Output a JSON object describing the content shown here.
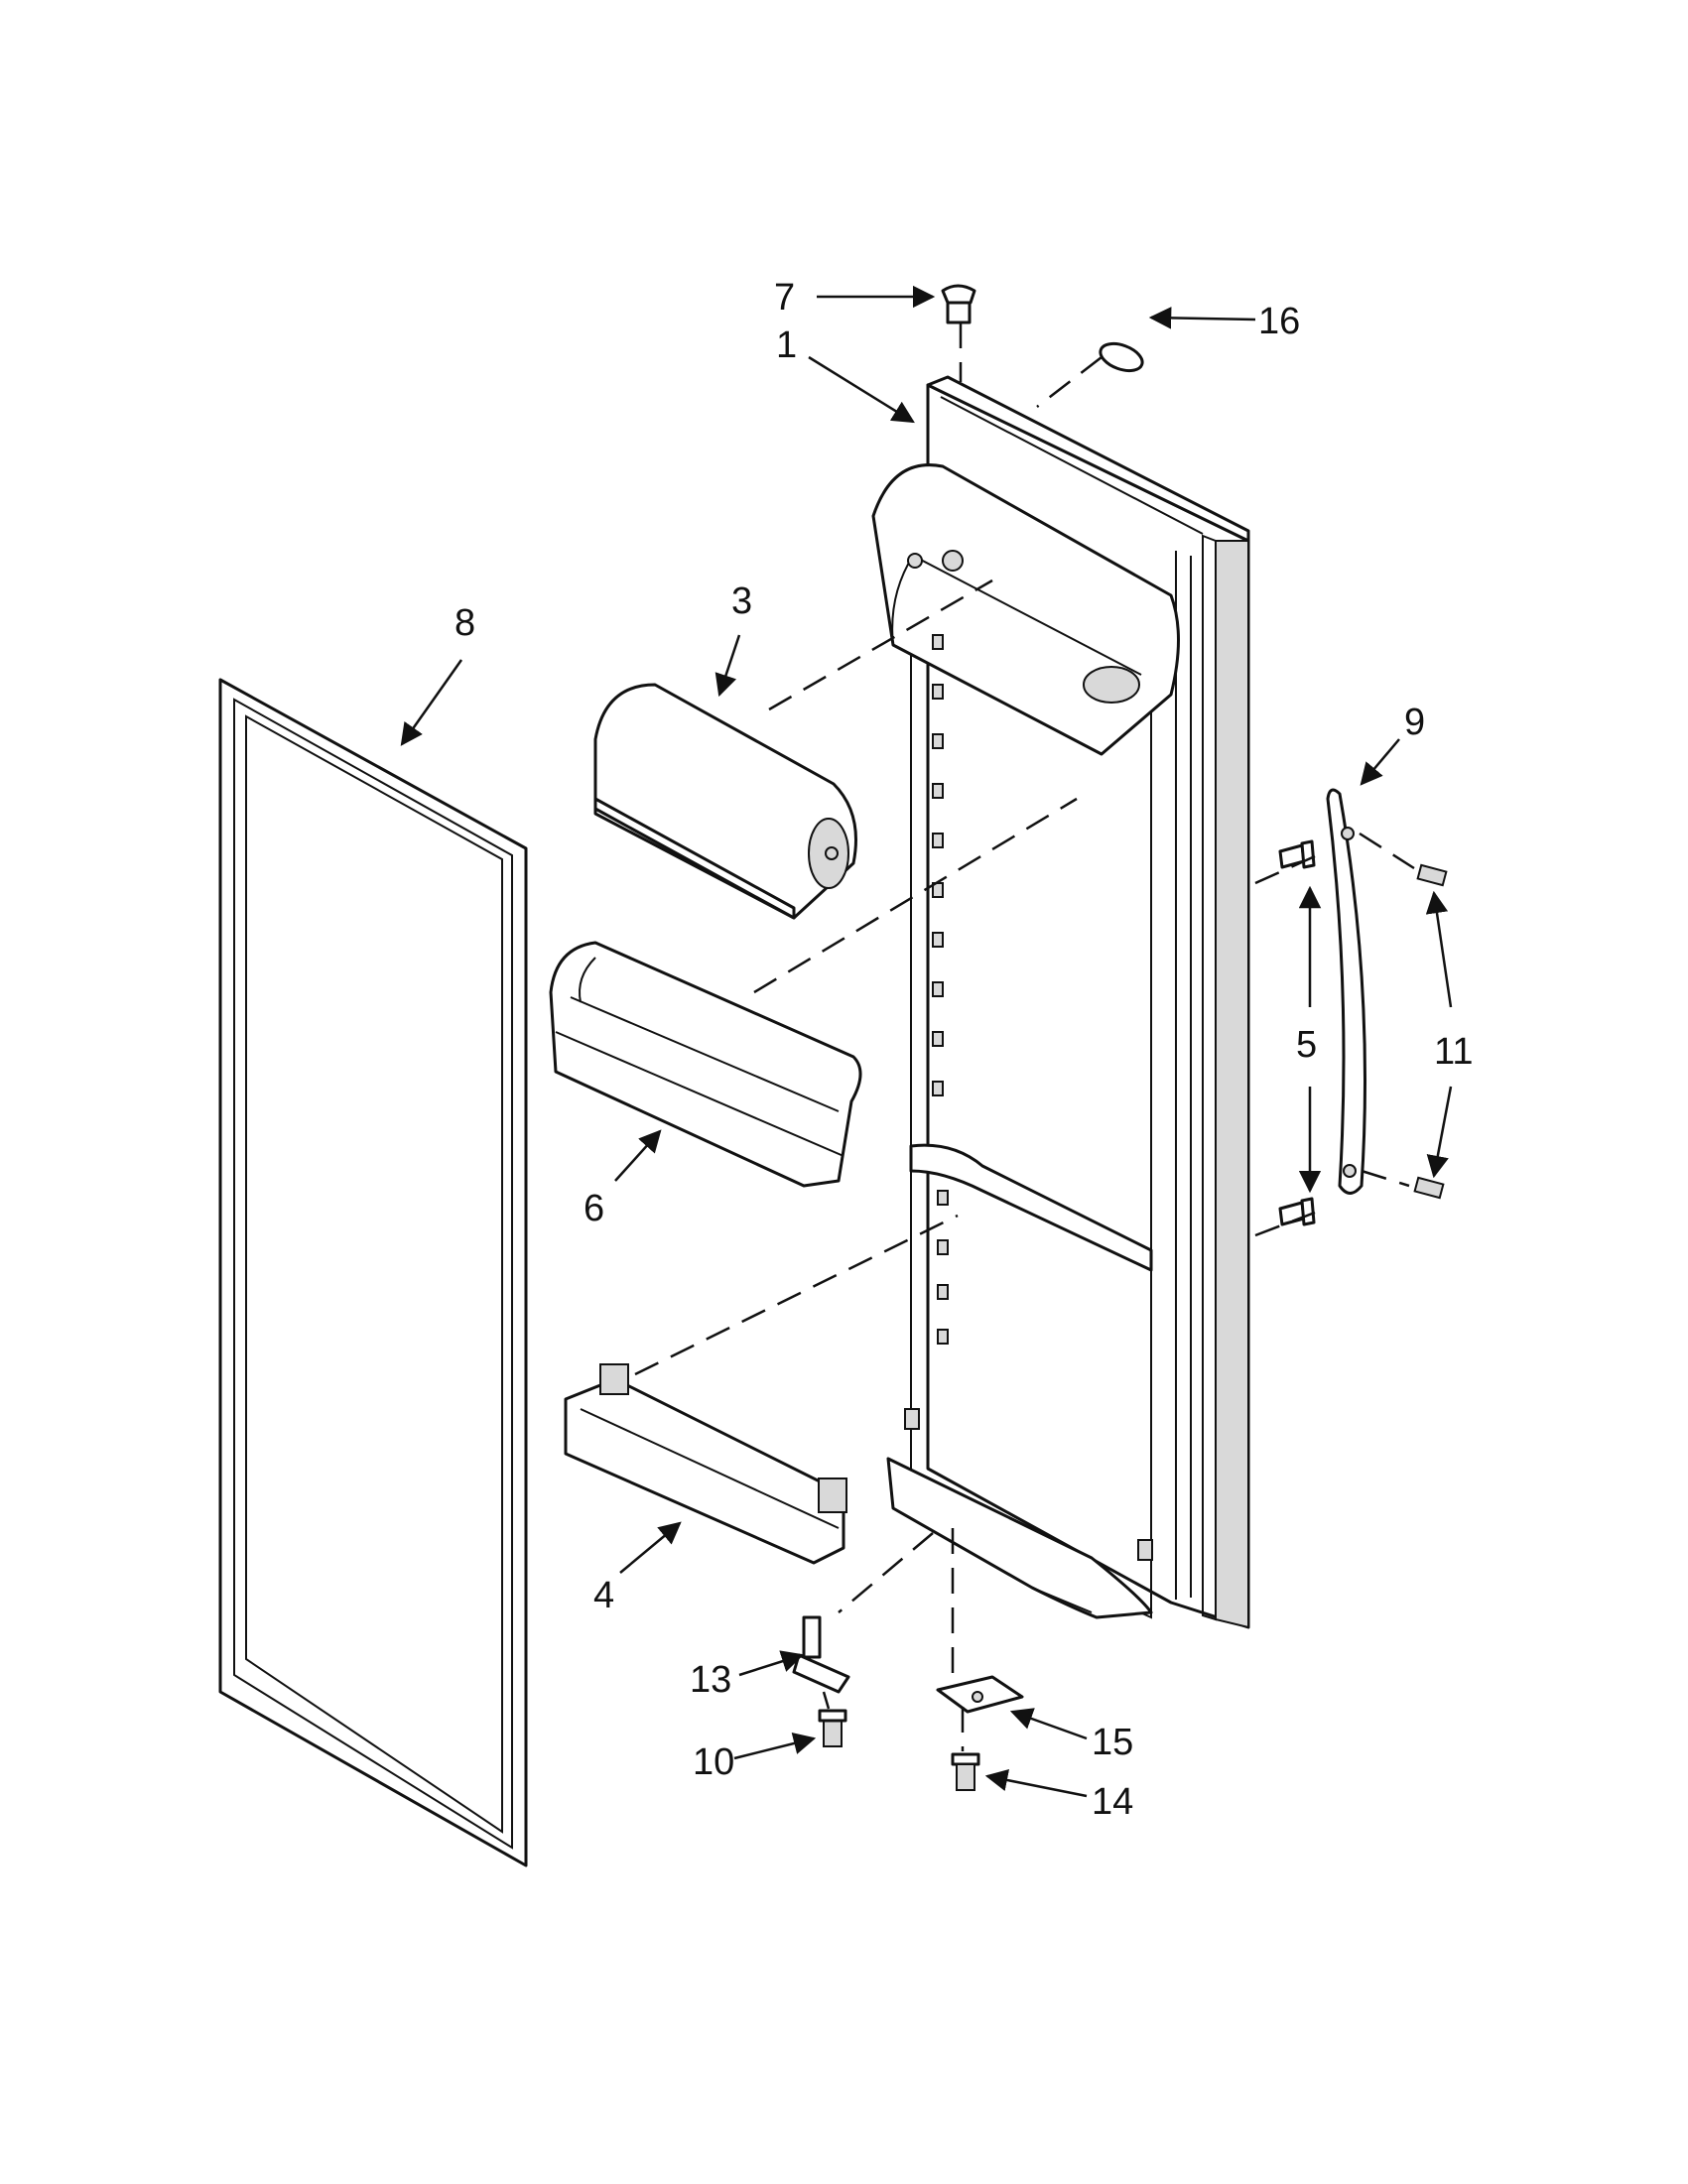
{
  "callouts": {
    "c1": "1",
    "c3": "3",
    "c4": "4",
    "c5": "5",
    "c6": "6",
    "c7": "7",
    "c8": "8",
    "c9": "9",
    "c10": "10",
    "c11": "11",
    "c13": "13",
    "c14": "14",
    "c15": "15",
    "c16": "16"
  },
  "colors": {
    "line": "#111111",
    "background": "#ffffff"
  }
}
